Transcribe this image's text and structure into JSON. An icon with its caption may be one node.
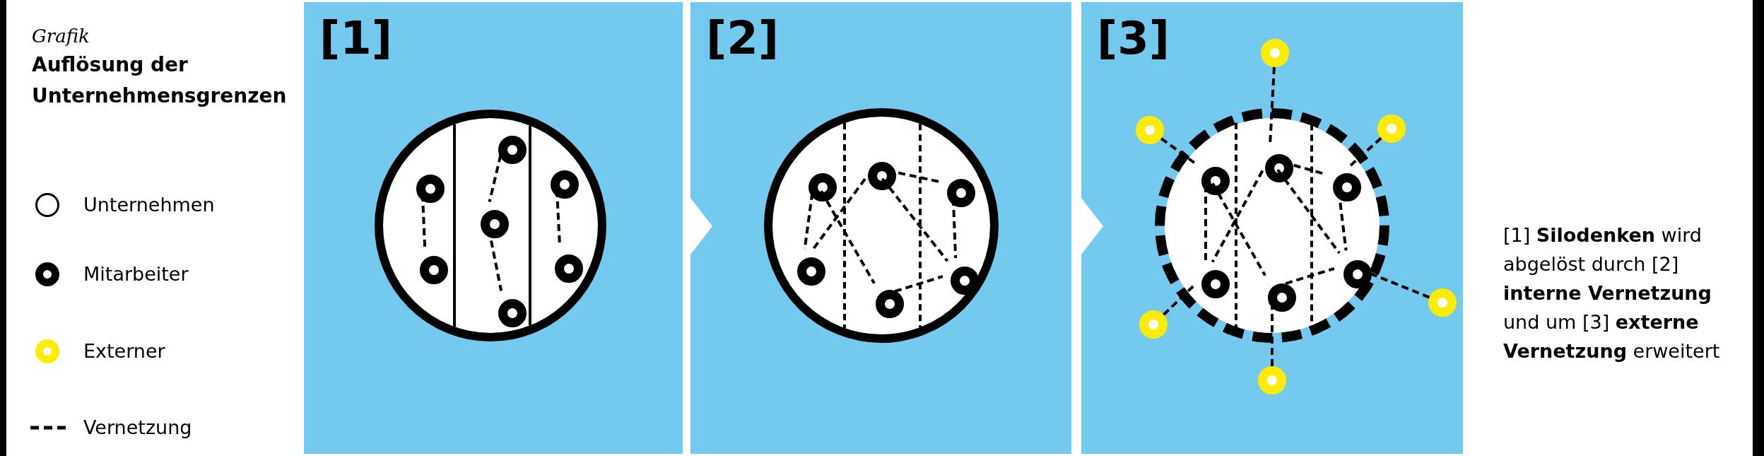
{
  "diagram": {
    "title": "Auflösung der Unternehmensgrenzen",
    "caption": "[1] **Silodenken** wird abgelöst durch [2] **interne Vernetzung** und um [3] **externe Vernetzung** erweitert",
    "nodes": [
      {
        "text": [
          "[1]"
        ]
      },
      {
        "text": [
          "[2]"
        ]
      },
      {
        "text": [
          "[3]"
        ]
      },
      {
        "text": [],
        "shape": "circle",
        "in": 0
      },
      {
        "text": [],
        "shape": "circle",
        "in": 3
      },
      {
        "text": [],
        "shape": "circle",
        "in": 3
      },
      {
        "text": [],
        "shape": "circle",
        "in": 3
      },
      {
        "text": [],
        "shape": "circle",
        "in": 3
      },
      {
        "text": [],
        "shape": "circle",
        "in": 3
      },
      {
        "text": [],
        "shape": "circle",
        "in": 3
      },
      {
        "text": [],
        "shape": "circle",
        "in": 3
      },
      {
        "text": [],
        "shape": "circle",
        "in": 1
      },
      {
        "text": [],
        "shape": "circle",
        "in": 11
      },
      {
        "text": [],
        "shape": "circle",
        "in": 11
      },
      {
        "text": [],
        "shape": "circle",
        "in": 11
      },
      {
        "text": [],
        "shape": "circle",
        "in": 11
      },
      {
        "text": [],
        "shape": "circle",
        "in": 11
      },
      {
        "text": [],
        "shape": "circle",
        "in": 11
      },
      {
        "text": [],
        "shape": "circle",
        "in": 2
      },
      {
        "text": [],
        "shape": "circle",
        "in": 18
      },
      {
        "text": [],
        "shape": "circle",
        "in": 18
      },
      {
        "text": [],
        "shape": "circle",
        "in": 18
      },
      {
        "text": [],
        "shape": "circle",
        "in": 18
      },
      {
        "text": [],
        "shape": "circle",
        "in": 18
      },
      {
        "text": [],
        "shape": "circle",
        "in": 18
      },
      {
        "text": [],
        "shape": "circle",
        "in": 2
      },
      {
        "text": [],
        "shape": "circle",
        "in": 2
      },
      {
        "text": [],
        "shape": "circle",
        "in": 2
      },
      {
        "text": [],
        "shape": "circle",
        "in": 2
      },
      {
        "text": [],
        "shape": "circle",
        "in": 2
      },
      {
        "text": [],
        "shape": "circle",
        "in": 2
      }
    ],
    "edges": [
      {
        "from": 0,
        "to": 1,
        "arrow": "to",
        "color": "#ffffff"
      },
      {
        "from": 1,
        "to": 2,
        "arrow": "to",
        "color": "#ffffff"
      },
      {
        "from": 4,
        "to": 5,
        "arrow": "none",
        "style": "dashed"
      },
      {
        "from": 6,
        "to": 7,
        "arrow": "none",
        "style": "dashed"
      },
      {
        "from": 7,
        "to": 8,
        "arrow": "none",
        "style": "dashed"
      },
      {
        "from": 9,
        "to": 10,
        "arrow": "none",
        "style": "dashed"
      },
      {
        "from": 12,
        "to": 15,
        "arrow": "none",
        "style": "dashed"
      },
      {
        "from": 12,
        "to": 16,
        "arrow": "none",
        "style": "dashed"
      },
      {
        "from": 13,
        "to": 15,
        "arrow": "none",
        "style": "dashed"
      },
      {
        "from": 13,
        "to": 14,
        "arrow": "none",
        "style": "dashed"
      },
      {
        "from": 13,
        "to": 17,
        "arrow": "none",
        "style": "dashed"
      },
      {
        "from": 14,
        "to": 17,
        "arrow": "none",
        "style": "dashed"
      },
      {
        "from": 16,
        "to": 17,
        "arrow": "none",
        "style": "dashed"
      },
      {
        "from": 19,
        "to": 22,
        "arrow": "none",
        "style": "dashed"
      },
      {
        "from": 19,
        "to": 23,
        "arrow": "none",
        "style": "dashed"
      },
      {
        "from": 20,
        "to": 22,
        "arrow": "none",
        "style": "dashed"
      },
      {
        "from": 20,
        "to": 21,
        "arrow": "none",
        "style": "dashed"
      },
      {
        "from": 20,
        "to": 24,
        "arrow": "none",
        "style": "dashed"
      },
      {
        "from": 21,
        "to": 24,
        "arrow": "none",
        "style": "dashed"
      },
      {
        "from": 23,
        "to": 24,
        "arrow": "none",
        "style": "dashed"
      },
      {
        "from": 25,
        "to": 20,
        "arrow": "none",
        "style": "dashed"
      },
      {
        "from": 26,
        "to": 19,
        "arrow": "none",
        "style": "dashed"
      },
      {
        "from": 27,
        "to": 21,
        "arrow": "none",
        "style": "dashed"
      },
      {
        "from": 28,
        "to": 22,
        "arrow": "none",
        "style": "dashed"
      },
      {
        "from": 29,
        "to": 24,
        "arrow": "none",
        "style": "dashed"
      },
      {
        "from": 30,
        "to": 23,
        "arrow": "none",
        "style": "dashed"
      }
    ],
    "labels": [
      "Grafik"
    ],
    "legend": [
      {
        "text": "Unternehmen"
      },
      {
        "text": "Mitarbeiter"
      },
      {
        "text": "Externer"
      },
      {
        "text": "Vernetzung"
      }
    ]
  }
}
